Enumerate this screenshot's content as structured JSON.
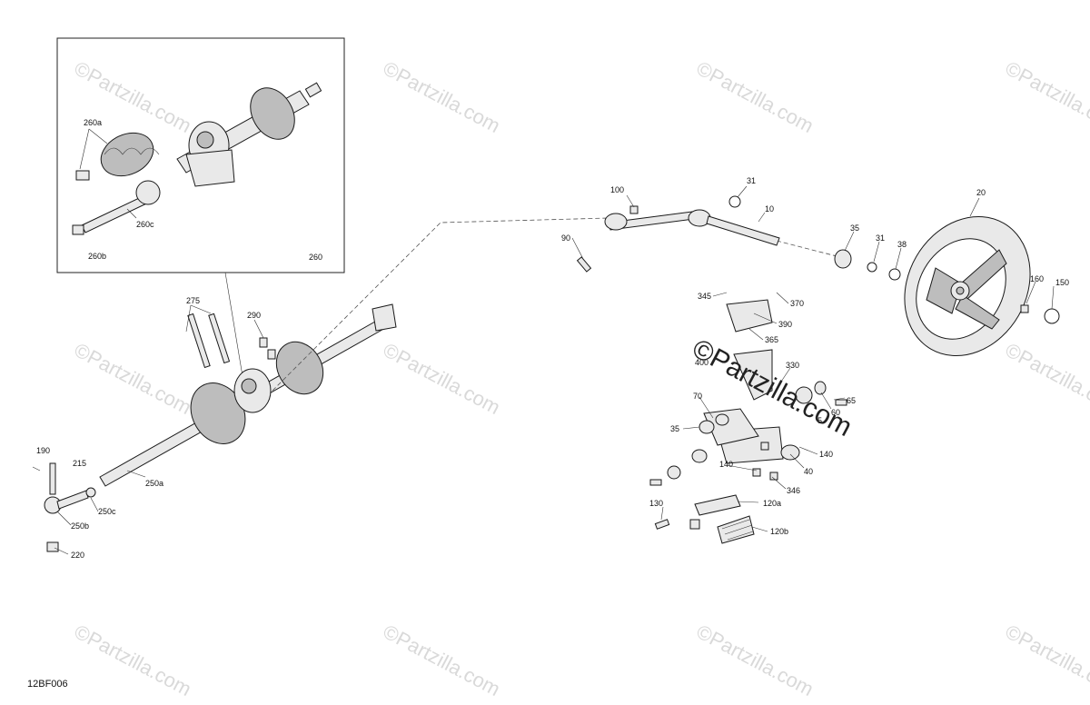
{
  "diagram_code": "12BF006",
  "watermark": "©Partzilla.com",
  "watermark_center": "©Partzilla.com",
  "callouts": {
    "c260a": "260a",
    "c260c": "260c",
    "c260b": "260b",
    "c260": "260",
    "c275": "275",
    "c290": "290",
    "c190": "190",
    "c215": "215",
    "c250a": "250a",
    "c250c": "250c",
    "c250b": "250b",
    "c220": "220",
    "c100": "100",
    "c90": "90",
    "c31a": "31",
    "c10": "10",
    "c20": "20",
    "c35a": "35",
    "c31b": "31",
    "c38": "38",
    "c160": "160",
    "c150": "150",
    "c345": "345",
    "c370": "370",
    "c390": "390",
    "c365": "365",
    "c400": "400",
    "c330": "330",
    "c65": "65",
    "c60": "60",
    "c5": "5",
    "c70": "70",
    "c35b": "35",
    "c140a": "140",
    "c40": "40",
    "c140b": "140",
    "c346": "346",
    "c120a": "120a",
    "c130": "130",
    "c120b": "120b"
  }
}
